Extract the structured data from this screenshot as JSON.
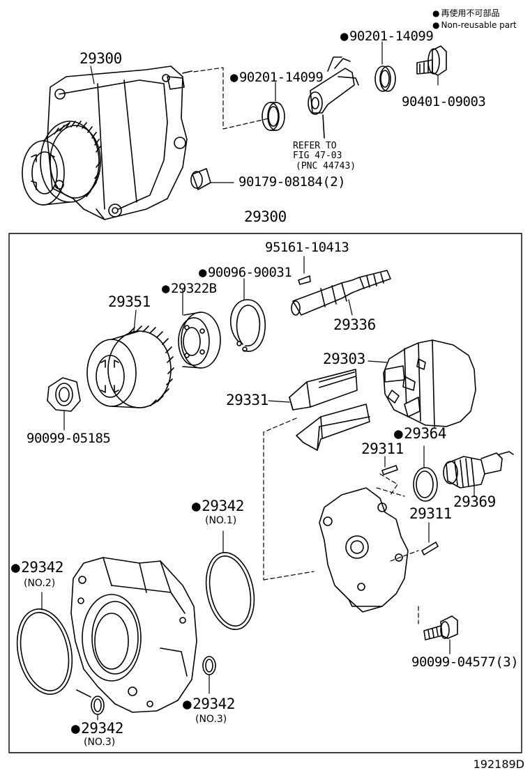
{
  "legend": {
    "line1": "再使用不可部品",
    "line2": "Non-reusable part"
  },
  "figure_number": "192189D",
  "top_assembly": {
    "main_label": "29300",
    "parts": {
      "p_90201_a": "90201-14099",
      "p_90201_b": "90201-14099",
      "p_90401": "90401-09003",
      "p_90179": "90179-08184(2)",
      "refer_line1": "REFER TO",
      "refer_line2": "FIG 47-03",
      "refer_line3": "(PNC 44743)"
    }
  },
  "box": {
    "label": "29300",
    "parts": {
      "p_95161": "95161-10413",
      "p_90096": "90096-90031",
      "p_29322B": "29322B",
      "p_29351": "29351",
      "p_29336": "29336",
      "p_29303": "29303",
      "p_29331": "29331",
      "p_90099_05185": "90099-05185",
      "p_29311_a": "29311",
      "p_29364": "29364",
      "p_29369": "29369",
      "p_29311_b": "29311",
      "p_29342_no1": "29342",
      "sub_no1": "(NO.1)",
      "p_29342_no2": "29342",
      "sub_no2": "(NO.2)",
      "p_29342_no3_a": "29342",
      "sub_no3_a": "(NO.3)",
      "p_29342_no3_b": "29342",
      "sub_no3_b": "(NO.3)",
      "p_90099_04577": "90099-04577(3)"
    }
  }
}
